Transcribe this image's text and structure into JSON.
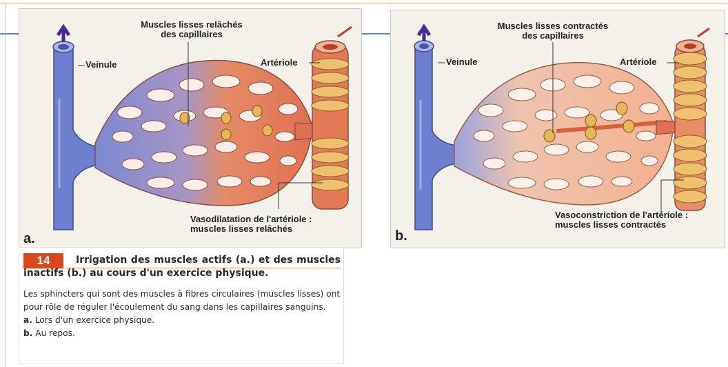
{
  "figure": {
    "number": "14",
    "title": "Irrigation des muscles actifs (a.) et des muscles inactifs (b.) au cours d'un exercice physique.",
    "description": "Les sphincters qui sont des muscles à fibres circulaires (muscles lisses) ont pour rôle de réguler l'écoulement du sang dans les capillaires sanguins.",
    "item_a": {
      "letter": "a.",
      "text": "Lors d'un exercice physique."
    },
    "item_b": {
      "letter": "b.",
      "text": "Au repos."
    }
  },
  "panel_a": {
    "letter": "a.",
    "label_top": "Muscles lisses relâchés\ndes capillaires",
    "label_venule": "Veinule",
    "label_arteriole": "Artériole",
    "label_bottom": "Vasodilatation de l'artériole :\nmuscles lisses relâchés"
  },
  "panel_b": {
    "letter": "b.",
    "label_top": "Muscles lisses contractés\ndes capillaires",
    "label_venule": "Veinule",
    "label_arteriole": "Artériole",
    "label_bottom": "Vasoconstriction de l'artériole :\nmuscles lisses contractés"
  },
  "colors": {
    "vein_blue": "#6f7fcf",
    "artery_red": "#e0704f",
    "capillary_light": "#f3b08e",
    "sphincter_gold": "#e8b55a",
    "badge_red": "#d9471f"
  }
}
